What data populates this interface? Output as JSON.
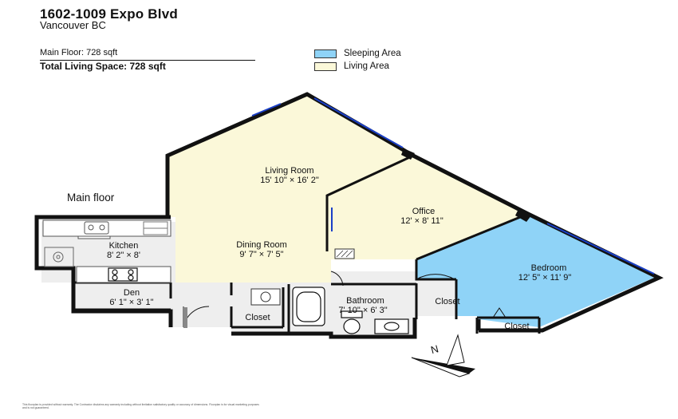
{
  "header": {
    "address": "1602-1009 Expo Blvd",
    "city": "Vancouver BC"
  },
  "areas": {
    "main_floor": "Main Floor: 728 sqft",
    "total": "Total Living Space: 728 sqft"
  },
  "legend": [
    {
      "label": "Sleeping Area",
      "color": "#8fd3f7"
    },
    {
      "label": "Living Area",
      "color": "#fbf8d9"
    }
  ],
  "floor_label": "Main floor",
  "rooms": {
    "living_room": {
      "name": "Living Room",
      "size": "15' 10\" × 16' 2\""
    },
    "office": {
      "name": "Office",
      "size": "12' × 8' 11\""
    },
    "kitchen": {
      "name": "Kitchen",
      "size": "8' 2\" × 8'"
    },
    "dining_room": {
      "name": "Dining Room",
      "size": "9' 7\" × 7' 5\""
    },
    "bedroom": {
      "name": "Bedroom",
      "size": "12' 5\" × 11' 9\""
    },
    "den": {
      "name": "Den",
      "size": "6' 1\" × 3' 1\""
    },
    "bathroom": {
      "name": "Bathroom",
      "size": "7' 10\" × 6' 3\""
    },
    "closet_hall": {
      "name": "Closet"
    },
    "closet_bedroom_1": {
      "name": "Closet"
    },
    "closet_bedroom_2": {
      "name": "Closet"
    }
  },
  "compass": {
    "label": "N"
  },
  "disclaimer": "This floorplan is provided without warranty. The Contractor disclaims any warranty including without limitation satisfactory quality or accuracy of dimensions. Floorplan is for visual marketing purposes and is not guaranteed."
}
